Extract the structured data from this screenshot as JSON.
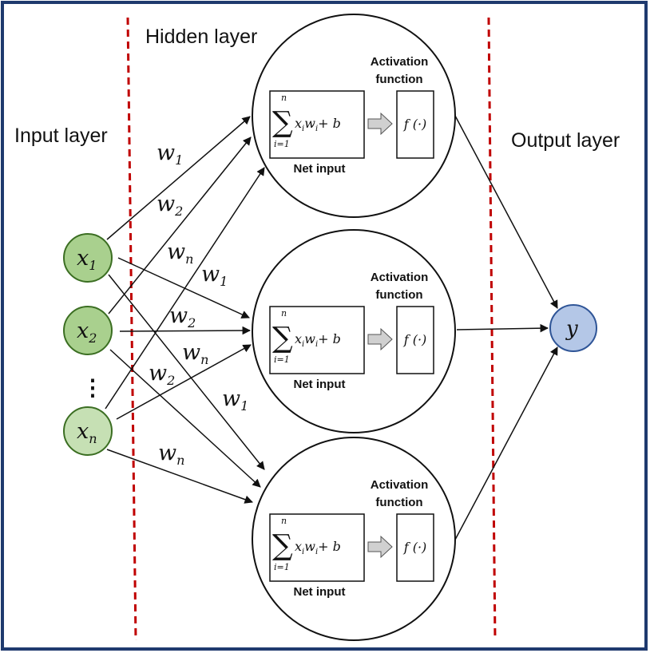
{
  "labels": {
    "input_layer": "Input layer",
    "hidden_layer": "Hidden layer",
    "output_layer": "Output layer"
  },
  "inputs": [
    {
      "var": "x",
      "sub": "1"
    },
    {
      "var": "x",
      "sub": "2"
    },
    {
      "var": "x",
      "sub": "n"
    }
  ],
  "ellipsis": "⋮",
  "output": {
    "var": "y"
  },
  "neuron": {
    "activation_title_line1": "Activation",
    "activation_title_line2": "function",
    "net_input_label": "Net input",
    "sum_symbol": "∑",
    "sum_top": "n",
    "sum_bottom": "i=1",
    "sum_expr": "x",
    "sum_expr_sub": "i",
    "sum_expr_w": "w",
    "sum_expr_w_sub": "i",
    "sum_expr_plus": "+ b",
    "activation_expr": "f (·)"
  },
  "weights": [
    {
      "var": "w",
      "sub": "1"
    },
    {
      "var": "w",
      "sub": "2"
    },
    {
      "var": "w",
      "sub": "n"
    },
    {
      "var": "w",
      "sub": "1"
    },
    {
      "var": "w",
      "sub": "2"
    },
    {
      "var": "w",
      "sub": "n"
    },
    {
      "var": "w",
      "sub": "2"
    },
    {
      "var": "w",
      "sub": "1"
    },
    {
      "var": "w",
      "sub": "n"
    }
  ],
  "colors": {
    "frame": "#1f3a6e",
    "divider": "#c00000",
    "input_node_dark": "#a9d08e",
    "input_node_light": "#c6e0b4",
    "input_stroke": "#3b6e22",
    "output_node": "#b4c7e7",
    "output_stroke": "#2f5597",
    "arrow_fill": "#d0d0d0"
  }
}
